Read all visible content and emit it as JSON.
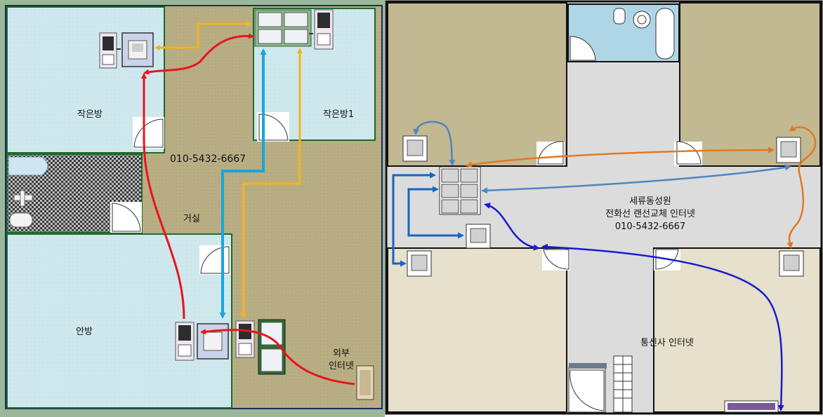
{
  "left_plan": {
    "rooms": {
      "small_room": "작은방",
      "small_room_1": "작은방1",
      "living_room": "거실",
      "main_room": "안방"
    },
    "phone_number": "010-5432-6667",
    "external_internet": "외부\n인터넷"
  },
  "right_plan": {
    "service_lines": [
      "세류동성원",
      "전화선 랜선교체 인터넷",
      "010-5432-6667"
    ],
    "carrier_internet": "통신사 인터넷"
  },
  "colors": {
    "red_line": "#e8141c",
    "orange_line": "#f5b21c",
    "cyan_line": "#19a6dc",
    "right_orange": "#e07a22",
    "right_steelblue": "#4f86c0",
    "right_blue": "#1464c8",
    "right_darkblue": "#1a1ad0"
  }
}
